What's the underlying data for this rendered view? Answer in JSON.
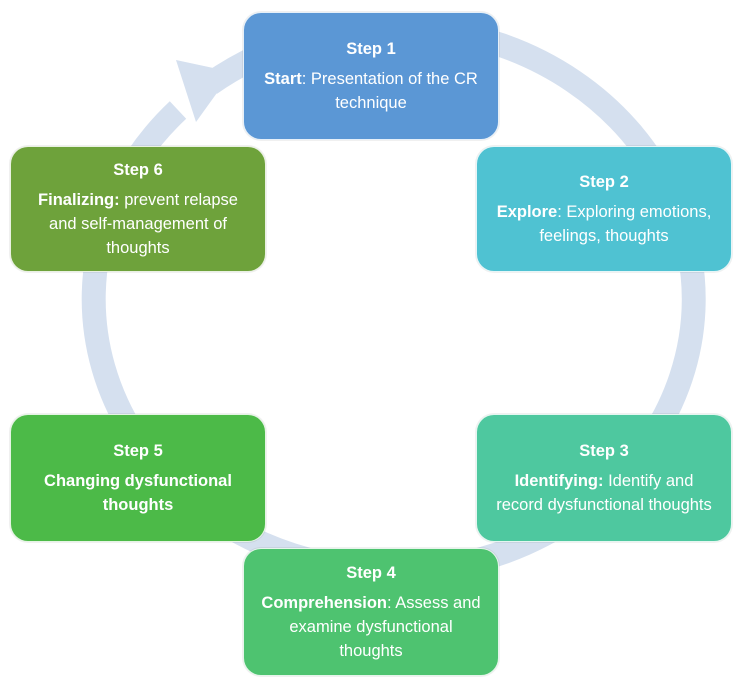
{
  "colors": {
    "ring": "#d5e0ef",
    "step_1": "#5b97d5",
    "step_2": "#4fc2d2",
    "step_3": "#4ec89f",
    "step_4": "#4ec370",
    "step_5": "#4cba48",
    "step_6": "#6ea23b"
  },
  "steps": [
    {
      "title": "Step 1",
      "key": "Start",
      "rest": ": Presentation of the CR technique"
    },
    {
      "title": "Step 2",
      "key": "Explore",
      "rest": ": Exploring emotions, feelings, thoughts"
    },
    {
      "title": "Step 3",
      "key": "Identifying:",
      "rest": " Identify and record dysfunctional thoughts"
    },
    {
      "title": "Step 4",
      "key": "Comprehension",
      "rest": ": Assess and examine dysfunctional thoughts"
    },
    {
      "title": "Step 5",
      "key": "Changing dysfunctional thoughts",
      "rest": ""
    },
    {
      "title": "Step 6",
      "key": "Finalizing:",
      "rest": " prevent relapse and self-management of thoughts"
    }
  ]
}
